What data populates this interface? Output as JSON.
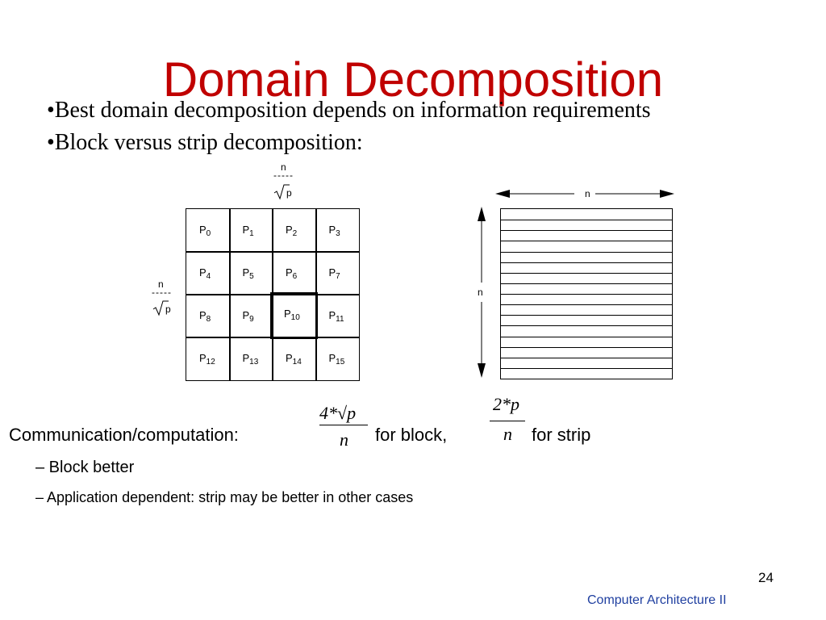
{
  "title": "Domain Decomposition",
  "bullets": [
    "•Best domain decomposition depends on information requirements",
    "•Block versus strip decomposition:"
  ],
  "block_grid": {
    "cells": [
      {
        "p": "P",
        "sub": "0"
      },
      {
        "p": "P",
        "sub": "1"
      },
      {
        "p": "P",
        "sub": "2"
      },
      {
        "p": "P",
        "sub": "3"
      },
      {
        "p": "P",
        "sub": "4"
      },
      {
        "p": "P",
        "sub": "5"
      },
      {
        "p": "P",
        "sub": "6"
      },
      {
        "p": "P",
        "sub": "7"
      },
      {
        "p": "P",
        "sub": "8"
      },
      {
        "p": "P",
        "sub": "9"
      },
      {
        "p": "P",
        "sub": "10"
      },
      {
        "p": "P",
        "sub": "11"
      },
      {
        "p": "P",
        "sub": "12"
      },
      {
        "p": "P",
        "sub": "13"
      },
      {
        "p": "P",
        "sub": "14"
      },
      {
        "p": "P",
        "sub": "15"
      }
    ],
    "highlighted_index": 10,
    "top_dim": {
      "num": "n",
      "dashes": "-----",
      "den": "p"
    },
    "left_dim": {
      "num": "n",
      "dashes": "-----",
      "den": "p"
    }
  },
  "strip": {
    "top_label": "n",
    "left_label": "n",
    "strip_count": 16
  },
  "communication": {
    "label": "Communication/computation:",
    "block_num": "4*√p",
    "block_den": "n",
    "block_text": "for block,",
    "strip_num": "2*p",
    "strip_den": "n",
    "strip_text": "for strip"
  },
  "sub_points": [
    "– Block better",
    "– Application dependent: strip may be better in other cases"
  ],
  "page_number": "24",
  "footer": "Computer Architecture II",
  "colors": {
    "title": "#c00000",
    "footer": "#1f3fa0"
  }
}
